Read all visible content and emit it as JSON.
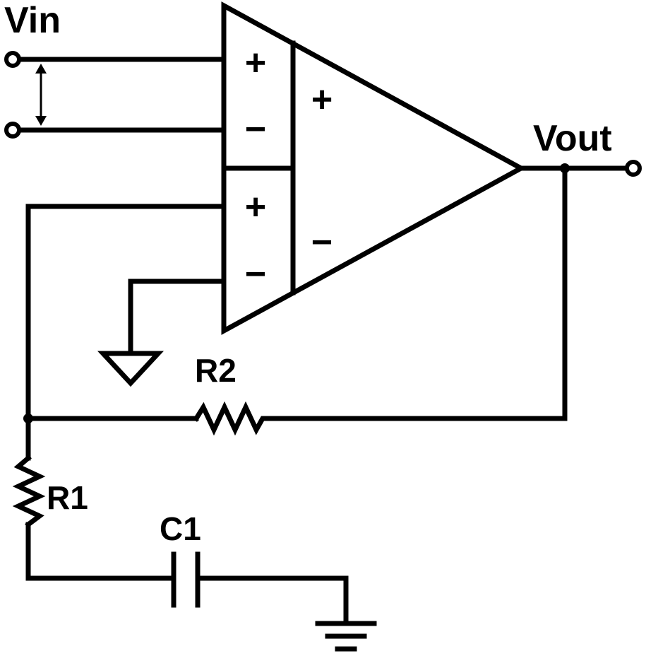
{
  "labels": {
    "vin": "Vin",
    "vout": "Vout",
    "r1": "R1",
    "r2": "R2",
    "c1": "C1"
  },
  "signs": {
    "input1_plus": "+",
    "input1_minus": "−",
    "input2_plus": "+",
    "input2_minus": "−",
    "diff_plus": "+",
    "diff_minus": "−"
  },
  "colors": {
    "ink": "#000000",
    "background": "#ffffff"
  },
  "icons": {
    "ground": "ground-icon",
    "earth_ground": "earth-ground-icon",
    "terminal": "terminal-icon"
  }
}
